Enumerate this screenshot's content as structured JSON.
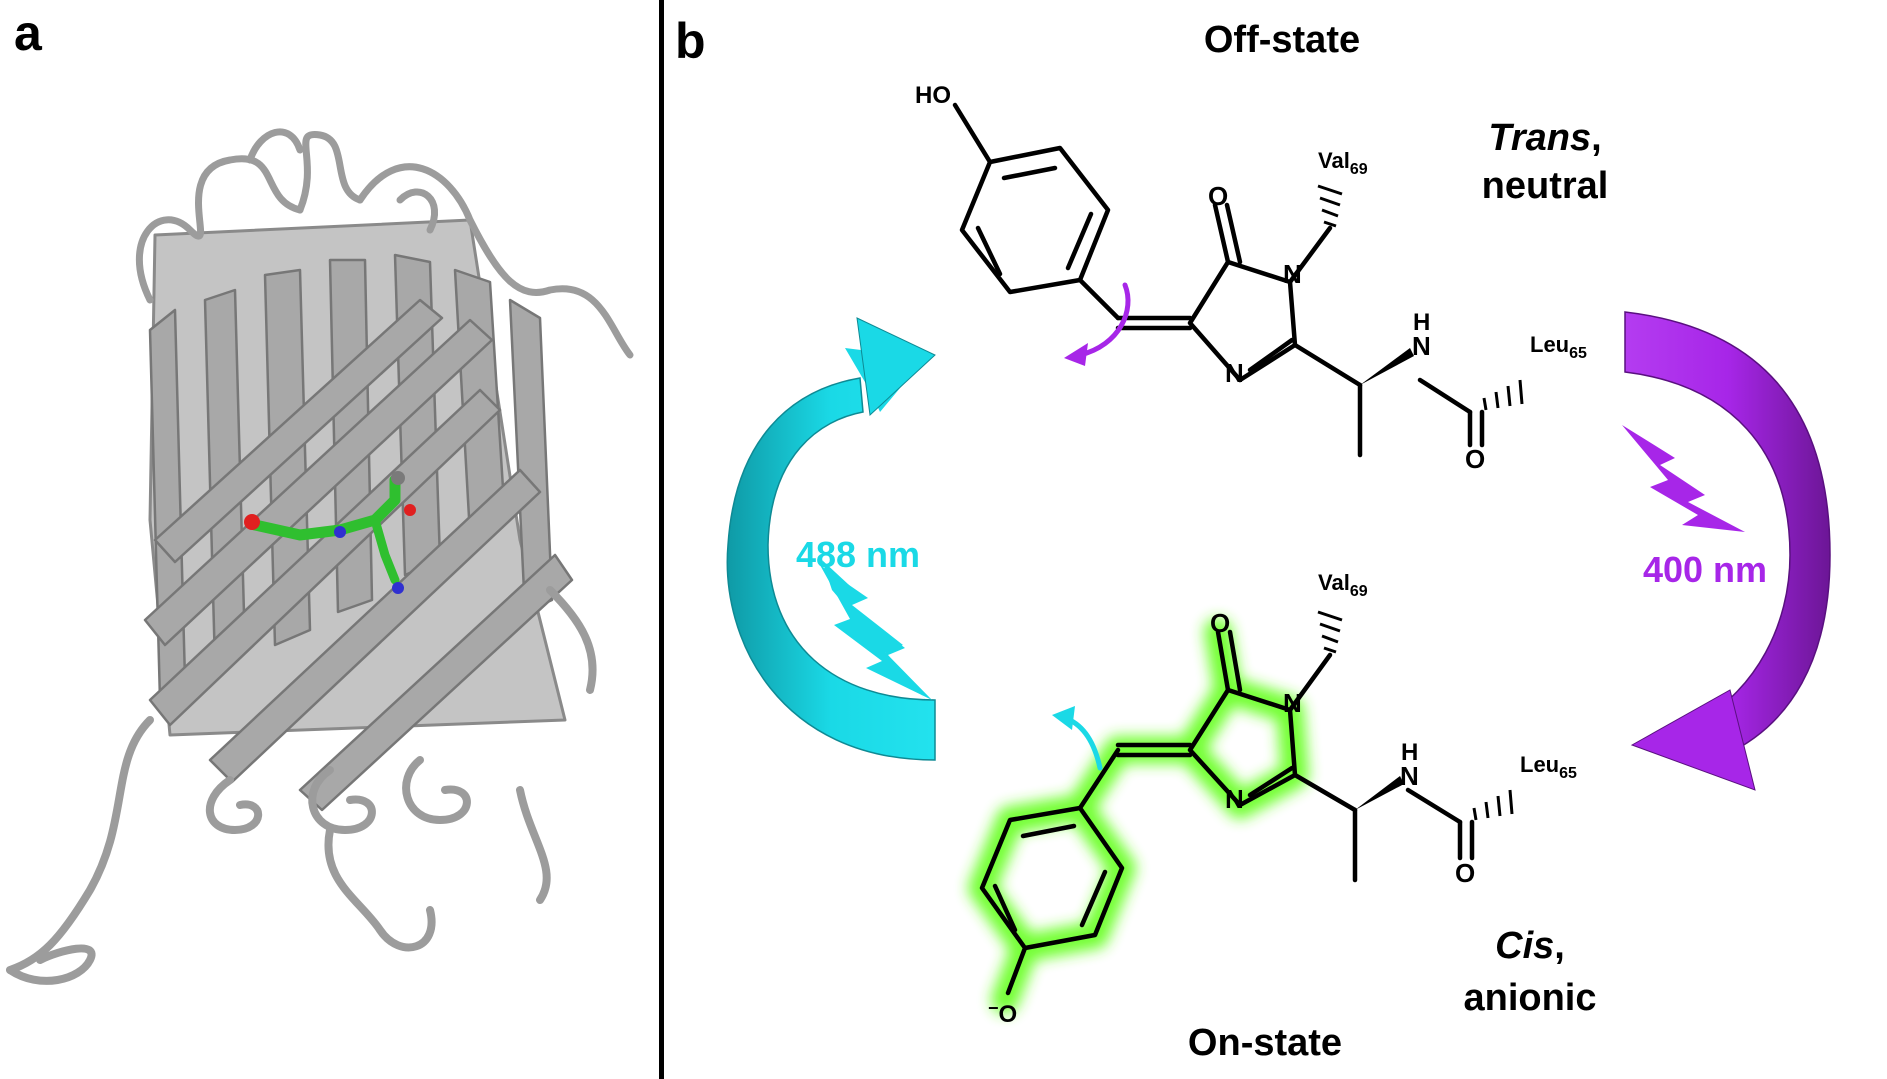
{
  "panels": {
    "a": {
      "letter": "a"
    },
    "b": {
      "letter": "b"
    }
  },
  "states": {
    "off": {
      "title": "Off-state",
      "isomer": "Trans",
      "isomer_suffix": ",",
      "charge": "neutral"
    },
    "on": {
      "title": "On-state",
      "isomer": "Cis",
      "isomer_suffix": ",",
      "charge": "anionic"
    }
  },
  "light": {
    "on_switch": {
      "label": "488 nm",
      "color": "#1ad9e6"
    },
    "off_switch": {
      "label": "400 nm",
      "color": "#a726e8"
    }
  },
  "atoms": {
    "hydroxyl": "HO",
    "oxygen": "O",
    "nitrogen": "N",
    "amide_h": "H",
    "phenolate_o": "O",
    "minus": "−",
    "val": "Val",
    "val_sub": "69",
    "leu": "Leu",
    "leu_sub": "65"
  },
  "colors": {
    "chromophore_glow": "#6dff2a",
    "protein": "#9c9c9c",
    "divider": "#000000"
  }
}
